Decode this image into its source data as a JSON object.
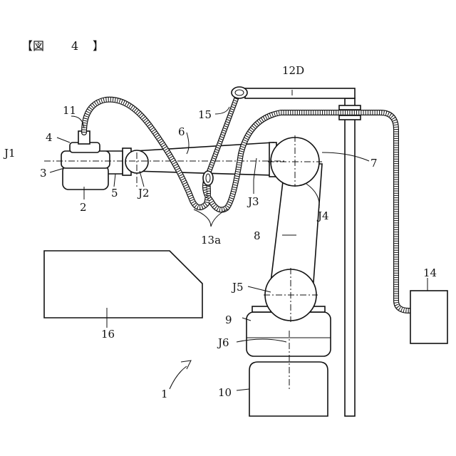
{
  "figure": {
    "title_open": "【図",
    "title_number": "4",
    "title_close": "】"
  },
  "labels": {
    "l1": "1",
    "l2": "2",
    "l3": "3",
    "l4": "4",
    "l5": "5",
    "l6": "6",
    "l7": "7",
    "l8": "8",
    "l9": "9",
    "l10": "10",
    "l11": "11",
    "l12D": "12D",
    "l13a": "13a",
    "l14": "14",
    "l15": "15",
    "l16": "16",
    "J1": "J1",
    "J2": "J2",
    "J3": "J3",
    "J4": "J4",
    "J5": "J5",
    "J6": "J6"
  }
}
